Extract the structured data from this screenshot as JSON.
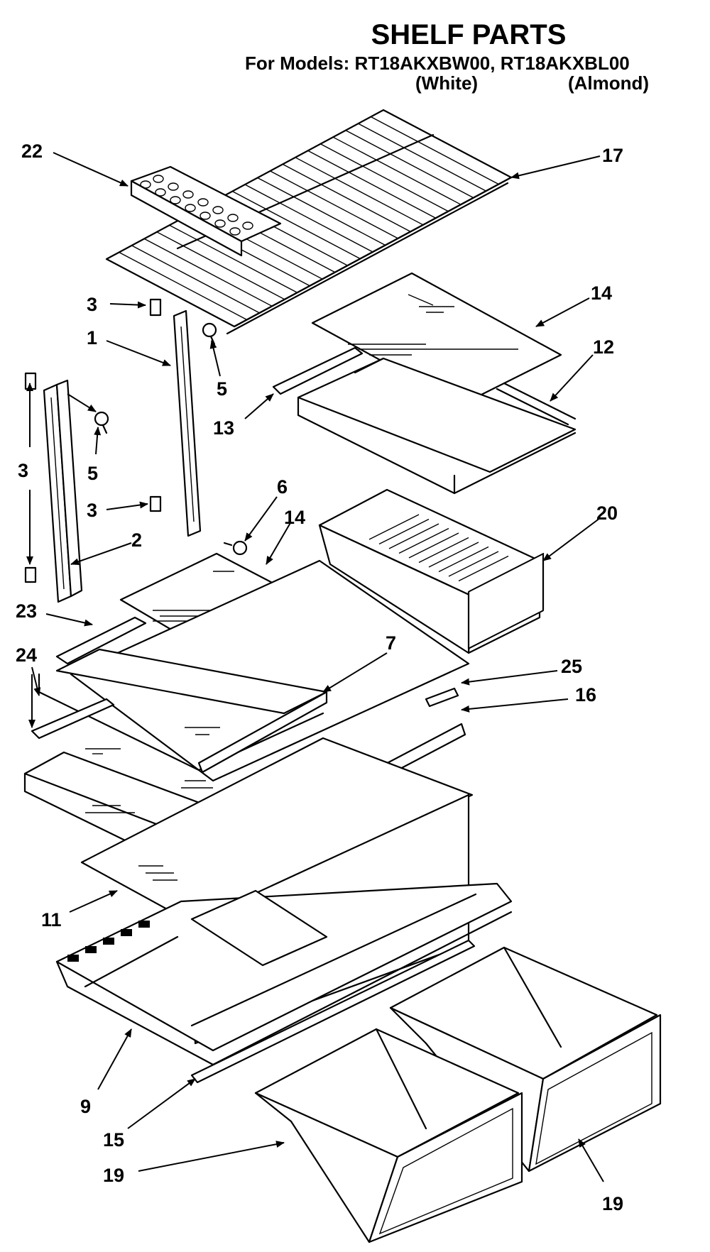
{
  "header": {
    "title": "SHELF PARTS",
    "models_line": "For Models: RT18AKXBW00, RT18AKXBL00",
    "variant_white": "(White)",
    "variant_almond": "(Almond)"
  },
  "callouts": {
    "c1": "1",
    "c2": "2",
    "c3a": "3",
    "c3b": "3",
    "c3c": "3",
    "c5a": "5",
    "c5b": "5",
    "c6": "6",
    "c7": "7",
    "c9": "9",
    "c11": "11",
    "c12": "12",
    "c13": "13",
    "c14a": "14",
    "c14b": "14",
    "c15": "15",
    "c16": "16",
    "c17": "17",
    "c19a": "19",
    "c19b": "19",
    "c20": "20",
    "c22": "22",
    "c23": "23",
    "c24": "24",
    "c25": "25"
  }
}
